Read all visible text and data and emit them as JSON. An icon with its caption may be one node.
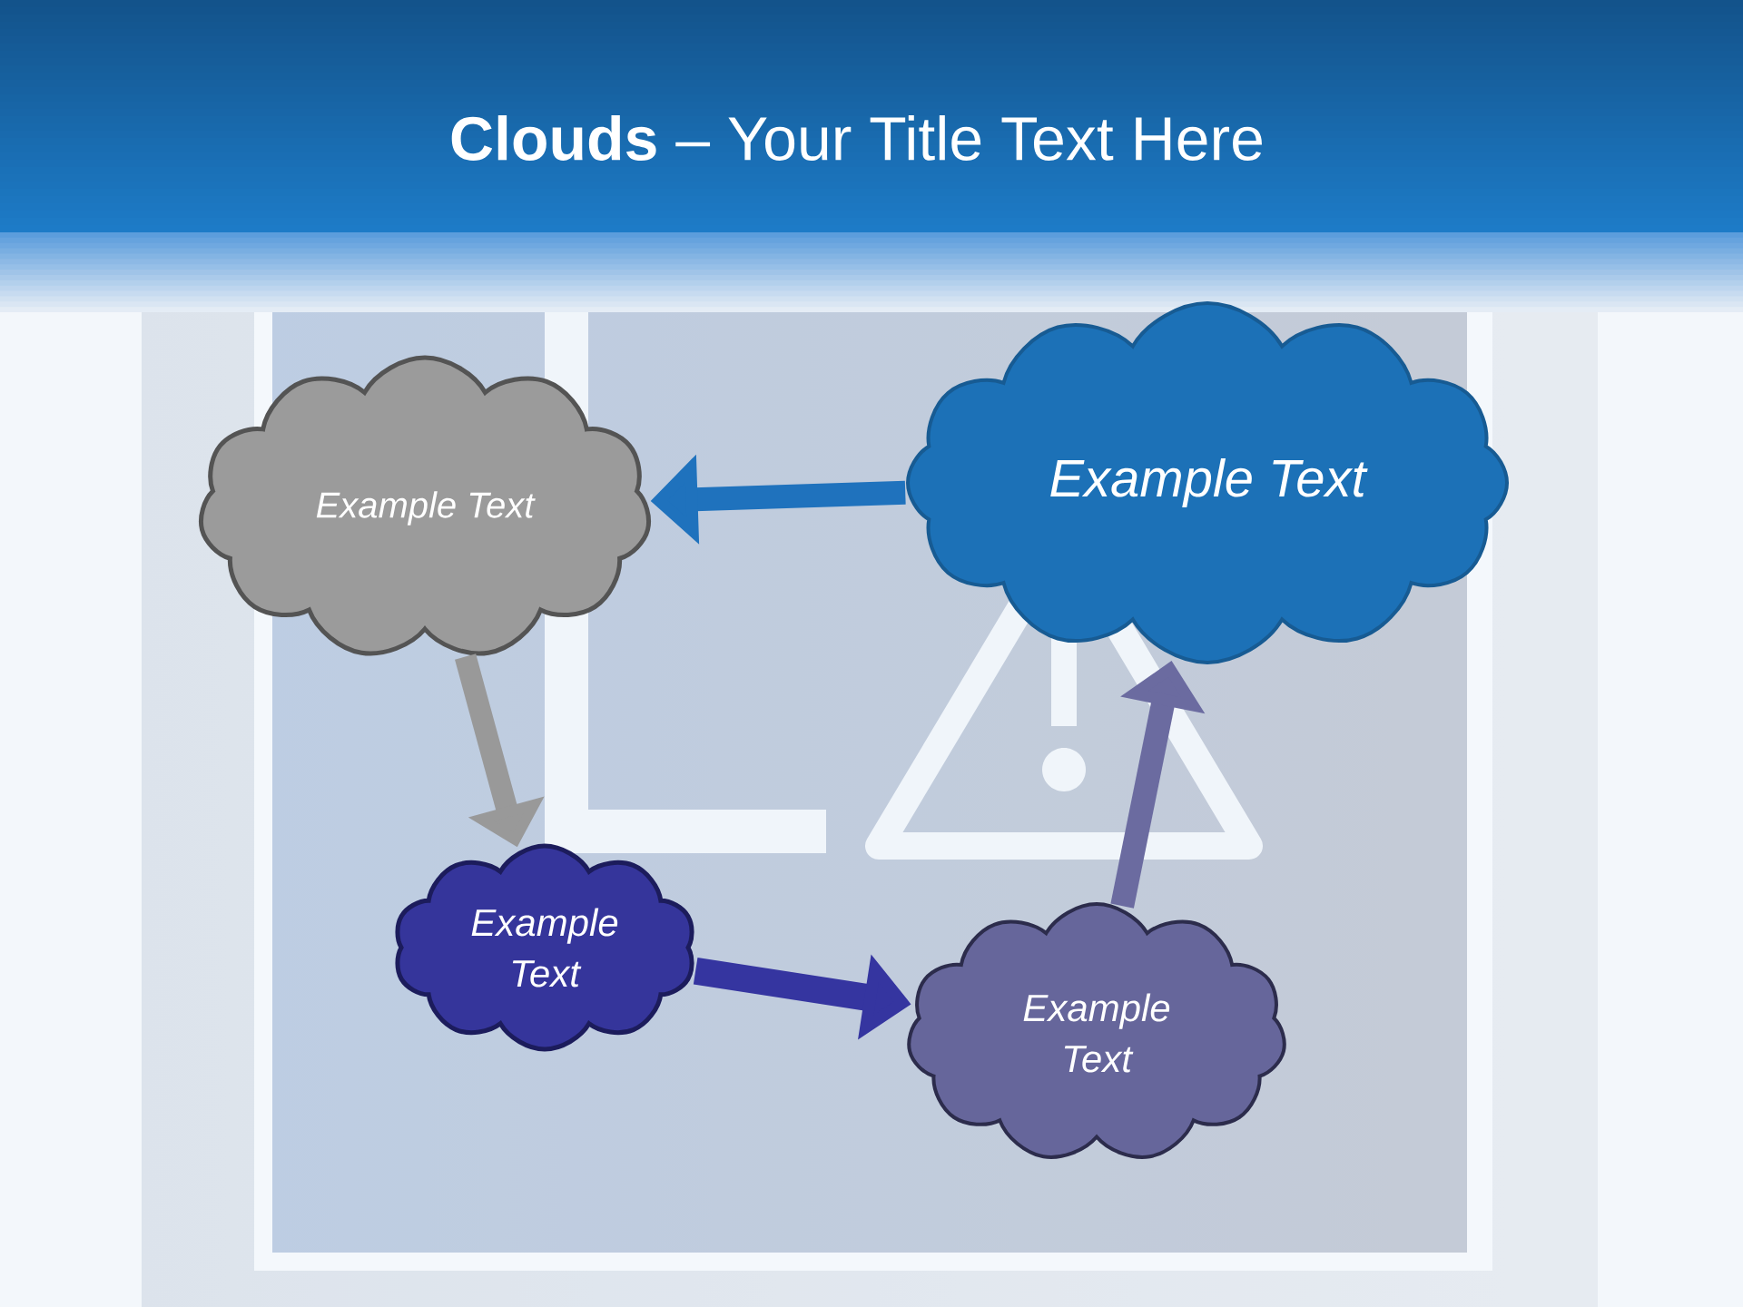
{
  "diagram": {
    "title": "**Clouds** – Your Title Text Here",
    "nodes": [
      {
        "text": [
          "Example Text"
        ]
      },
      {
        "text": [
          "Example Text"
        ]
      },
      {
        "text": [
          "Example Text"
        ]
      },
      {
        "text": [
          "Example Text"
        ]
      }
    ],
    "edges": [
      {
        "from": 1,
        "to": 0,
        "arrow": "to",
        "color": "#1f72bd"
      },
      {
        "from": 0,
        "to": 2,
        "arrow": "to",
        "color": "#999999"
      },
      {
        "from": 2,
        "to": 3,
        "arrow": "to",
        "color": "#3535a0"
      },
      {
        "from": 3,
        "to": 1,
        "arrow": "to",
        "color": "#6b6ba0"
      }
    ]
  }
}
